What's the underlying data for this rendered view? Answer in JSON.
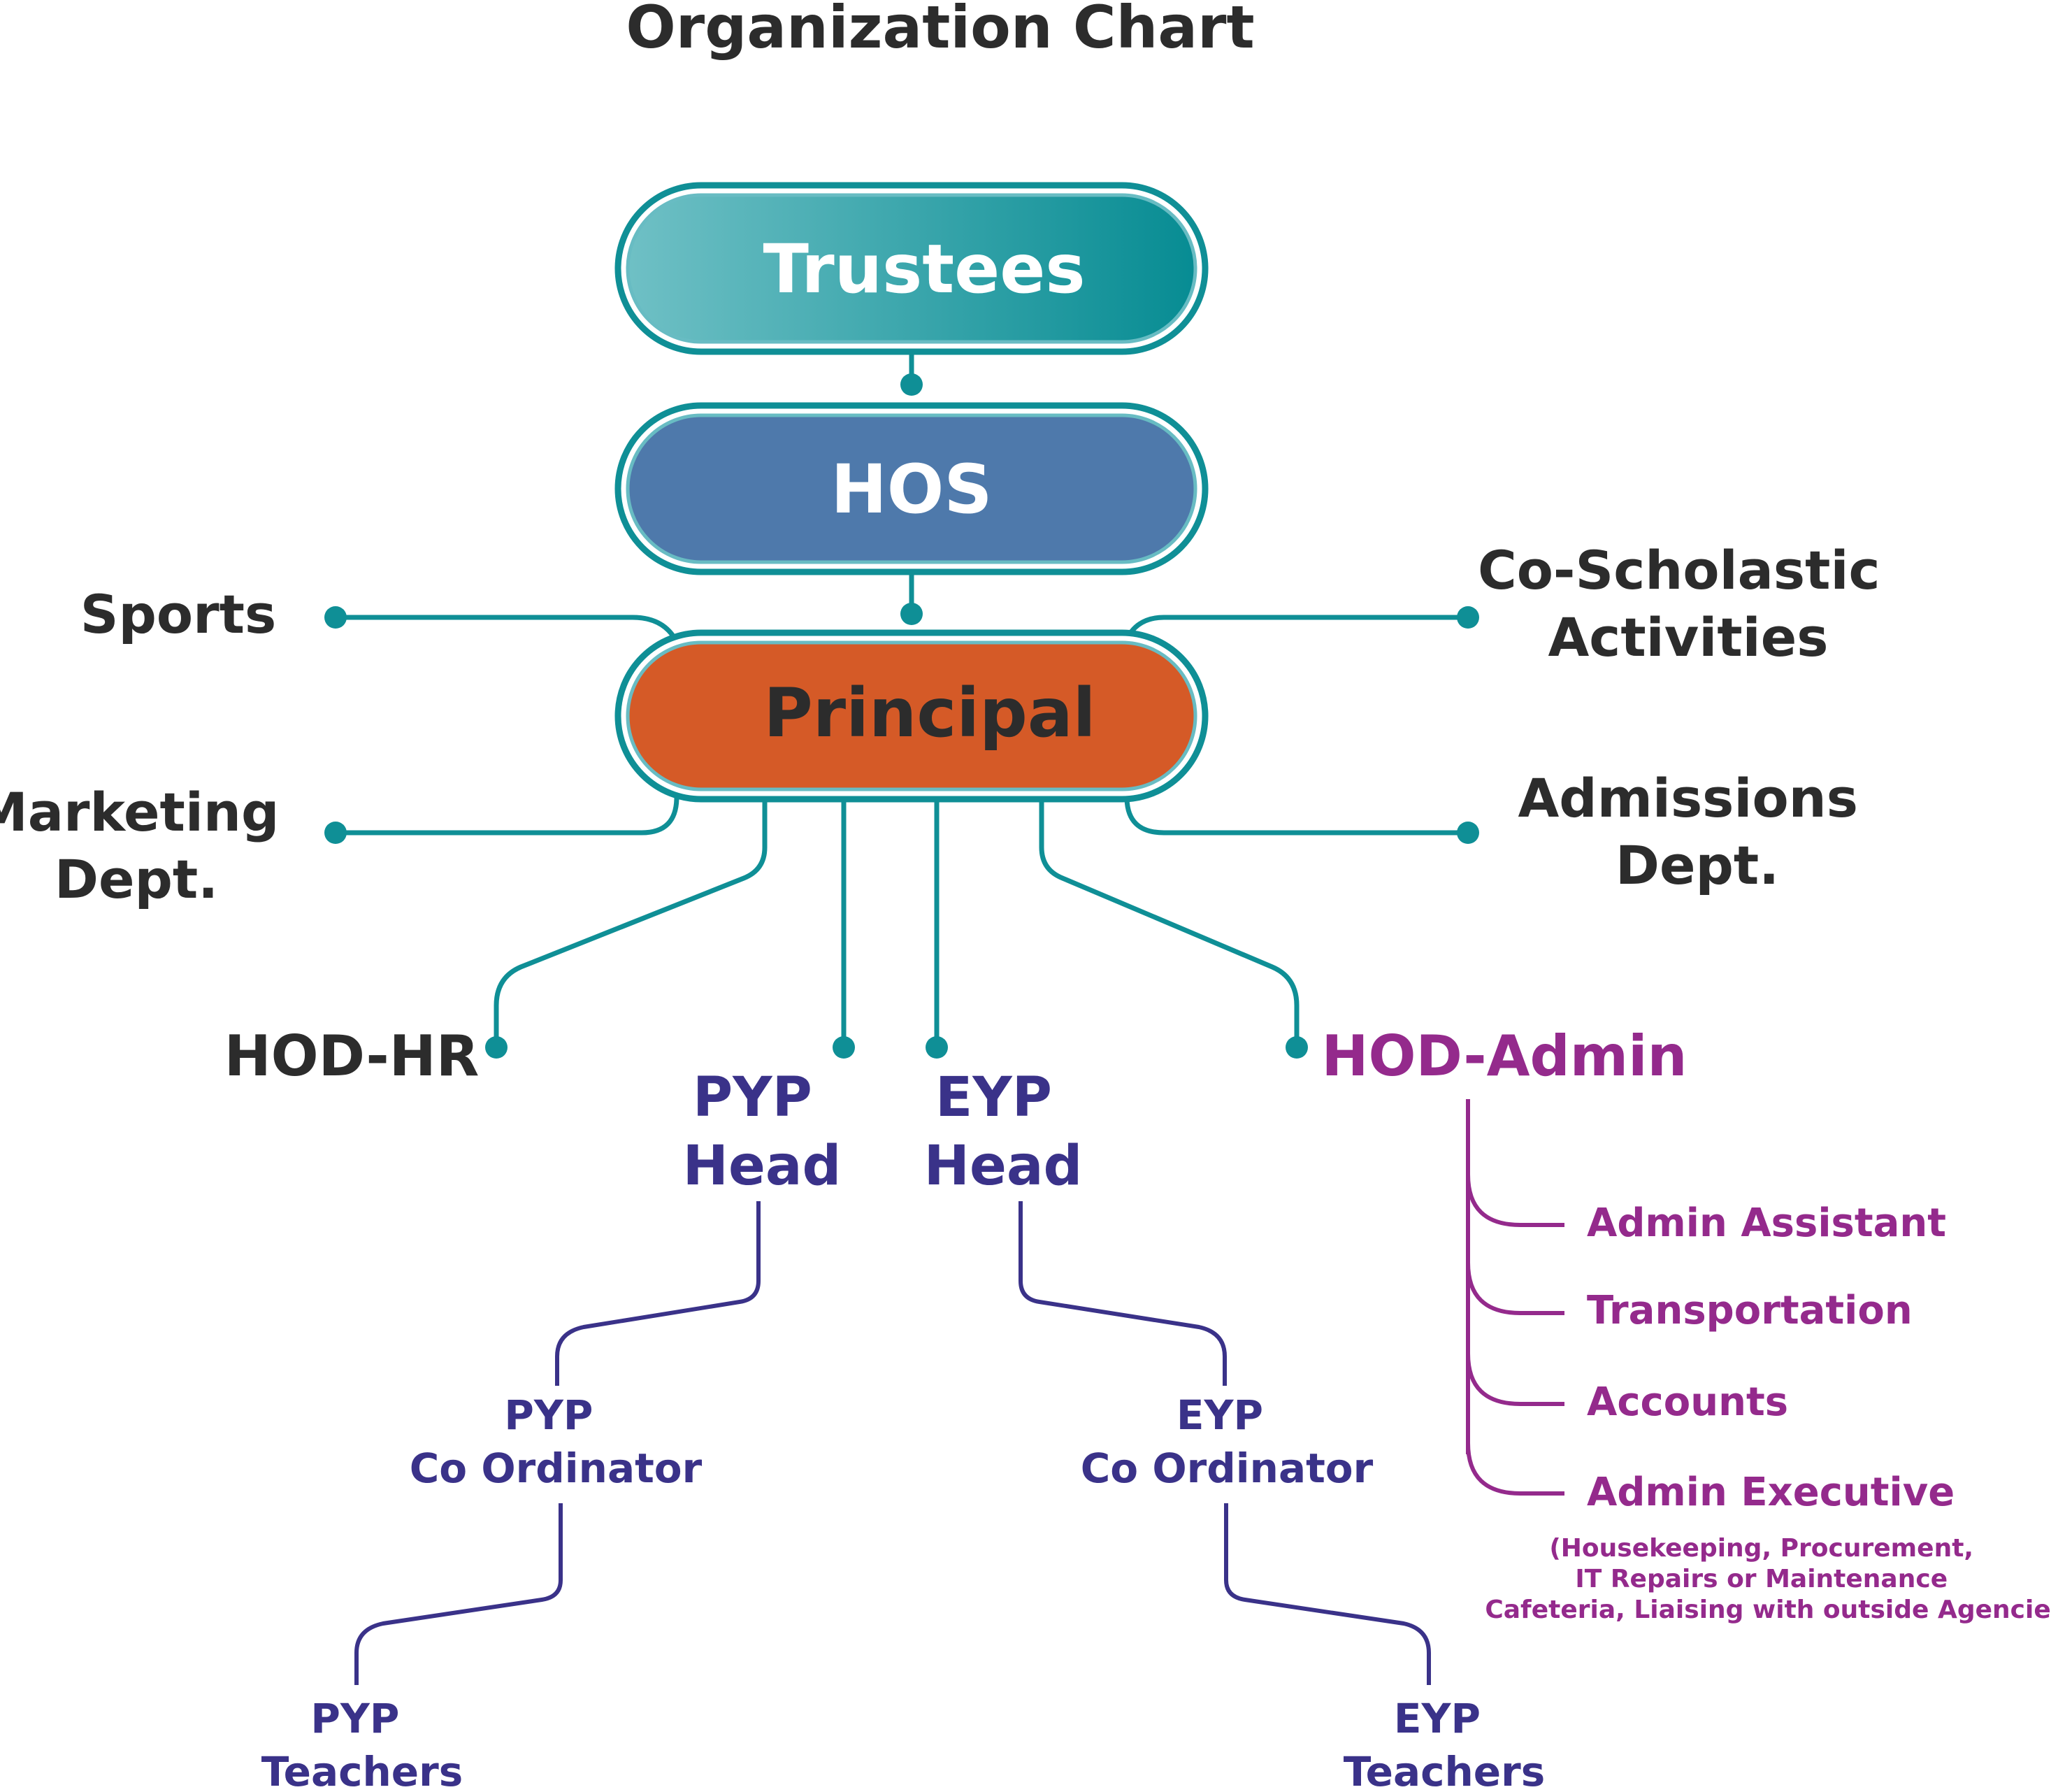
{
  "title": "Organization Chart",
  "boxes": {
    "trustees": "Trustees",
    "hos": "HOS",
    "principal": "Principal"
  },
  "side": {
    "sports": "Sports",
    "marketing": [
      "Marketing",
      "Dept."
    ],
    "co_scholastic": [
      "Co-Scholastic",
      "Activities"
    ],
    "admissions": [
      "Admissions",
      "Dept."
    ]
  },
  "level2": {
    "hod_hr": "HOD-HR",
    "pyp_head": [
      "PYP",
      "Head"
    ],
    "eyp_head": [
      "EYP",
      "Head"
    ],
    "hod_admin": "HOD-Admin"
  },
  "admin_items": {
    "assistant": "Admin Assistant",
    "transportation": "Transportation",
    "accounts": "Accounts",
    "executive": "Admin Executive",
    "executive_note": [
      "(Housekeeping, Procurement,",
      "IT Repairs or Maintenance",
      "Cafeteria, Liaising with outside Agencies)"
    ]
  },
  "pyp": {
    "coordinator": [
      "PYP",
      "Co Ordinator"
    ],
    "teachers": [
      "PYP",
      "Teachers"
    ]
  },
  "eyp": {
    "coordinator": [
      "EYP",
      "Co Ordinator"
    ],
    "teachers": [
      "EYP",
      "Teachers"
    ]
  },
  "colors": {
    "teal": "#0f8f96",
    "teal_light": "#68bcc3",
    "hos_fill": "#4e79ab",
    "principal_fill": "#d55a27",
    "dark_text": "#2c2c2c",
    "navy": "#3a3289",
    "purple": "#942a8c"
  }
}
